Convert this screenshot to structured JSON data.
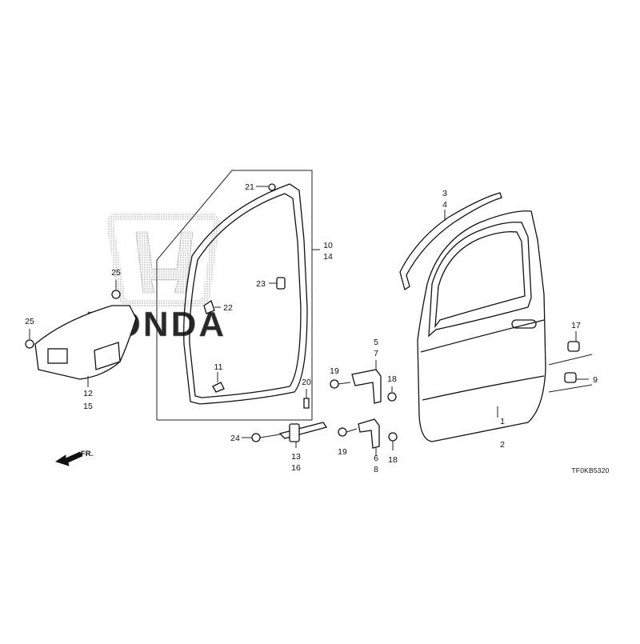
{
  "diagram": {
    "logo_wordmark": "HONDA",
    "diagram_code": "TF0KB5320",
    "direction_label": "FR.",
    "callouts": [
      {
        "id": "c1",
        "text": "1"
      },
      {
        "id": "c2",
        "text": "2"
      },
      {
        "id": "c3",
        "text": "3"
      },
      {
        "id": "c4",
        "text": "4"
      },
      {
        "id": "c5",
        "text": "5"
      },
      {
        "id": "c6",
        "text": "6"
      },
      {
        "id": "c7",
        "text": "7"
      },
      {
        "id": "c8",
        "text": "8"
      },
      {
        "id": "c9",
        "text": "9"
      },
      {
        "id": "c10",
        "text": "10"
      },
      {
        "id": "c11",
        "text": "11"
      },
      {
        "id": "c12",
        "text": "12"
      },
      {
        "id": "c13",
        "text": "13"
      },
      {
        "id": "c14",
        "text": "14"
      },
      {
        "id": "c15",
        "text": "15"
      },
      {
        "id": "c16",
        "text": "16"
      },
      {
        "id": "c17",
        "text": "17"
      },
      {
        "id": "c18a",
        "text": "18"
      },
      {
        "id": "c18b",
        "text": "18"
      },
      {
        "id": "c19a",
        "text": "19"
      },
      {
        "id": "c19b",
        "text": "19"
      },
      {
        "id": "c20",
        "text": "20"
      },
      {
        "id": "c21",
        "text": "21"
      },
      {
        "id": "c22",
        "text": "22"
      },
      {
        "id": "c23",
        "text": "23"
      },
      {
        "id": "c24",
        "text": "24"
      },
      {
        "id": "c25a",
        "text": "25"
      },
      {
        "id": "c25b",
        "text": "25"
      }
    ]
  }
}
